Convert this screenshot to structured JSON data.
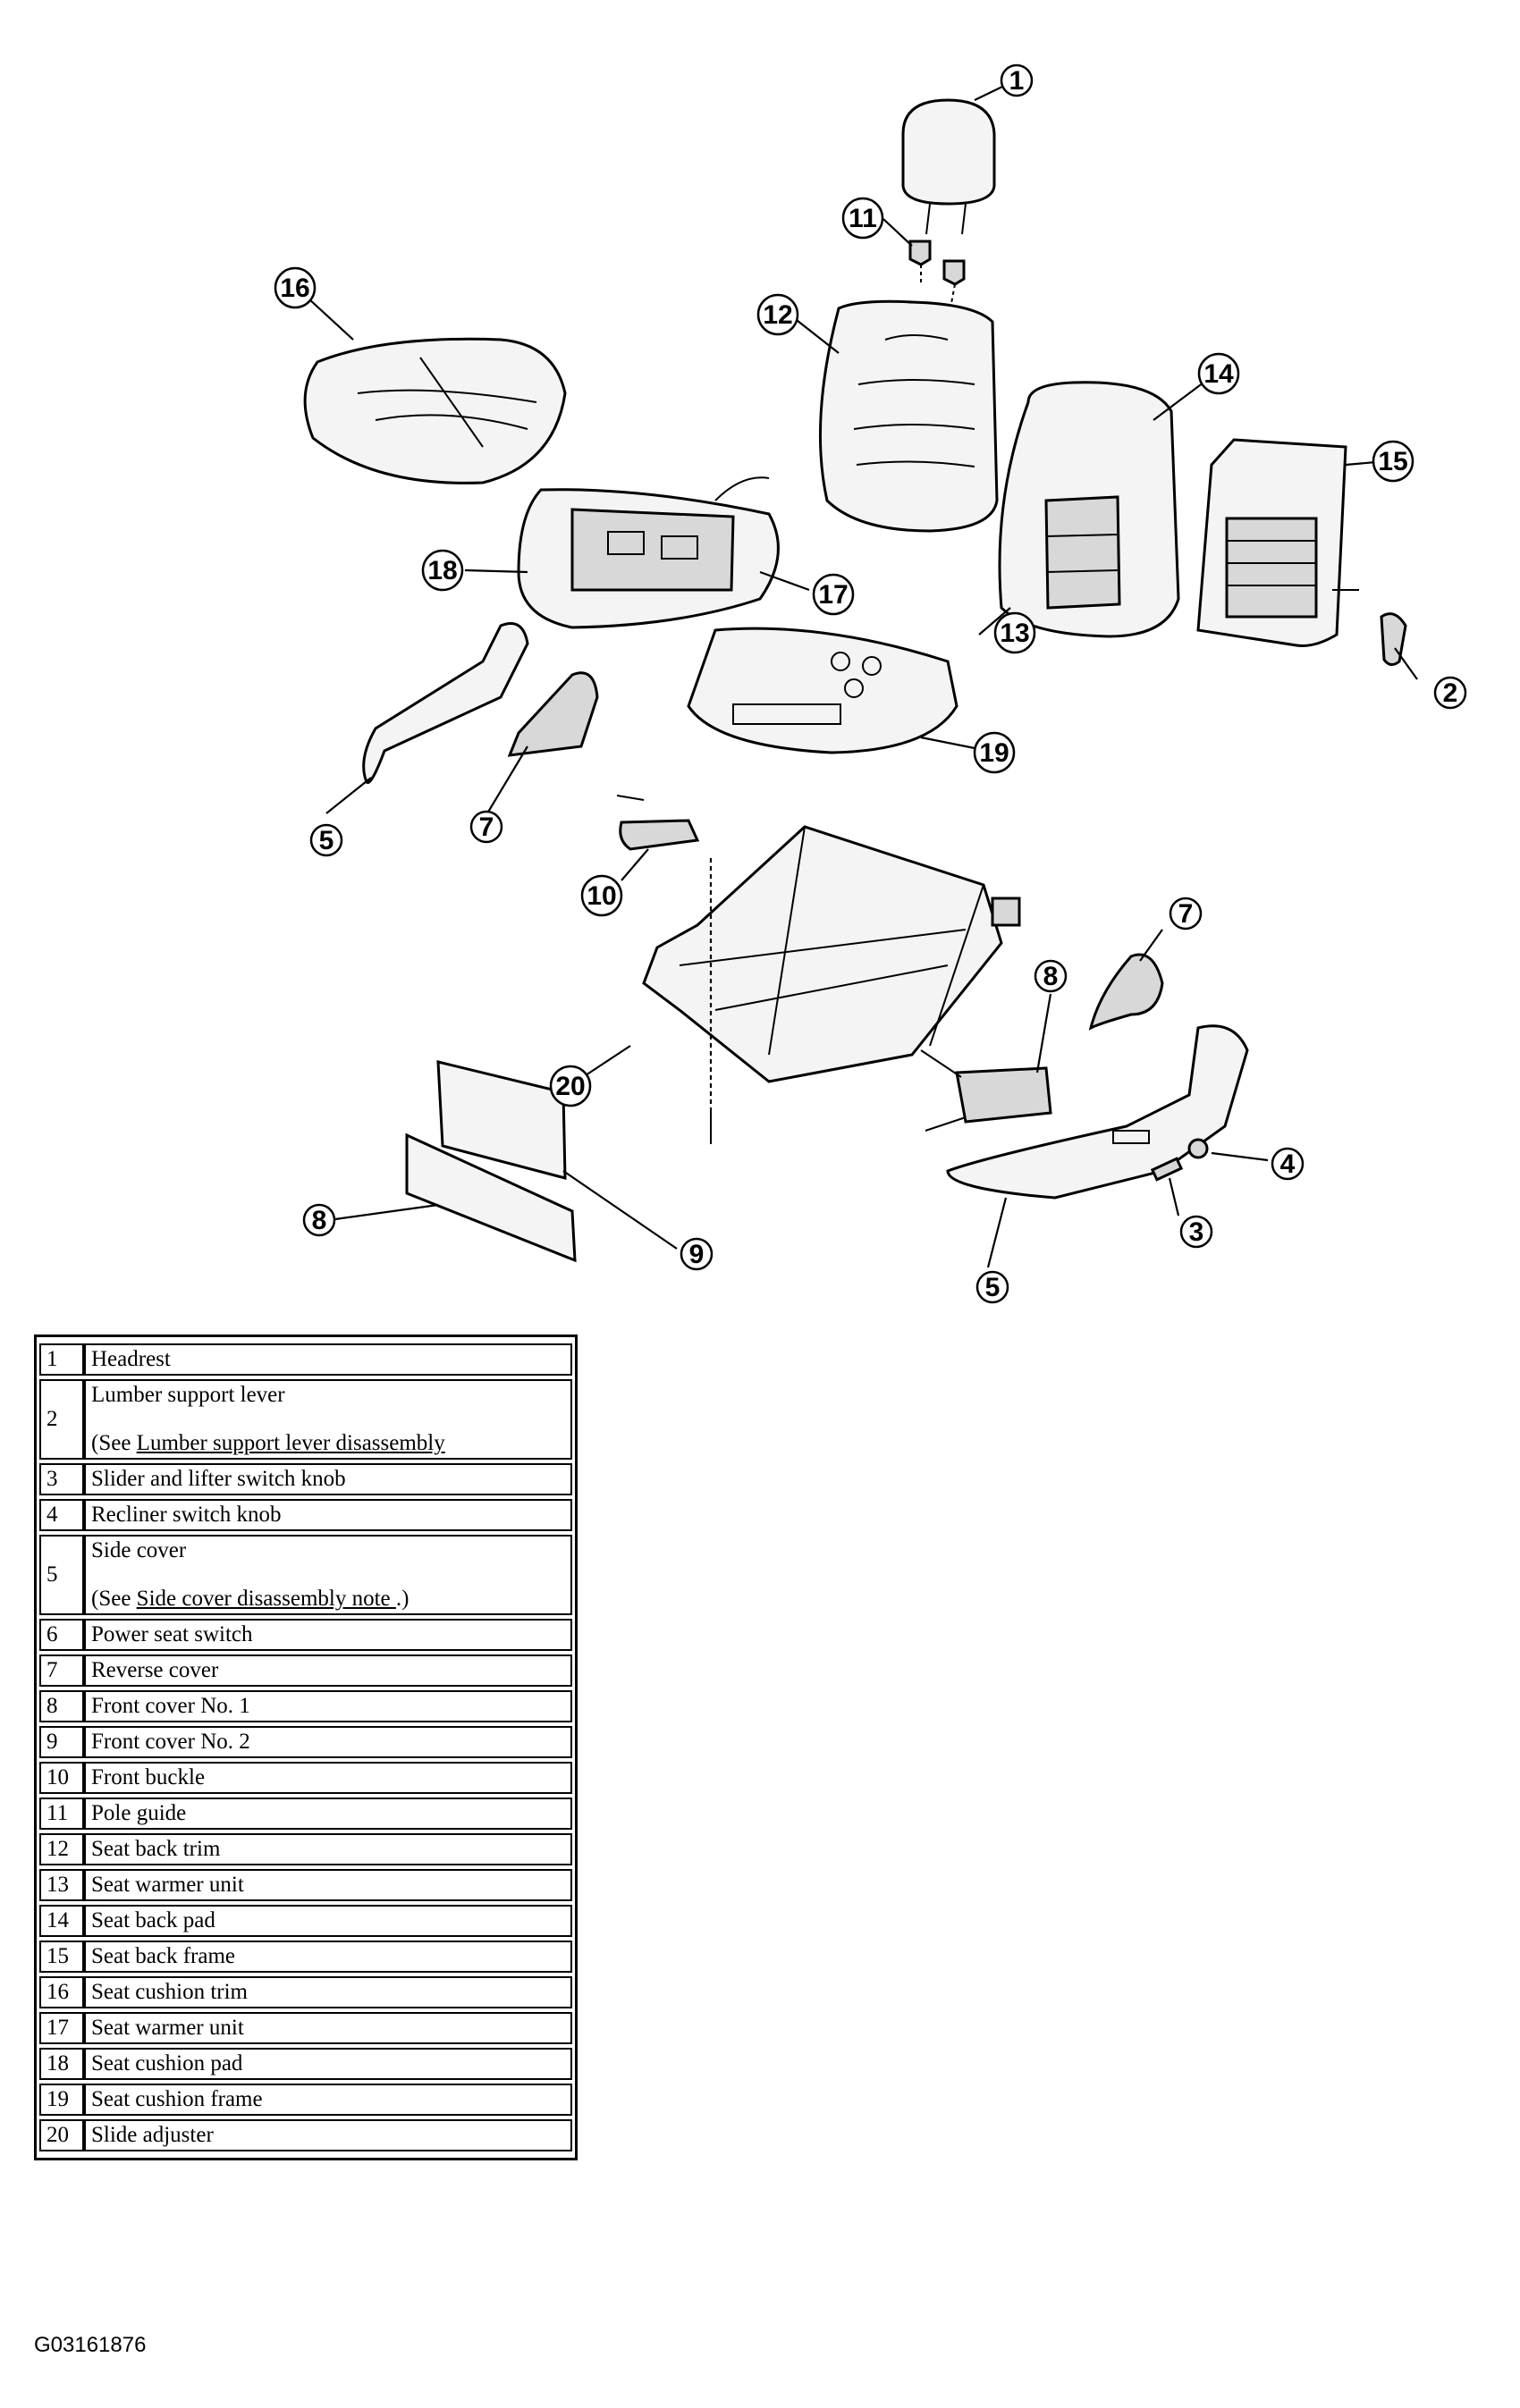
{
  "callouts": [
    {
      "id": "c1",
      "text": "1"
    },
    {
      "id": "c2",
      "text": "2"
    },
    {
      "id": "c3",
      "text": "3"
    },
    {
      "id": "c4",
      "text": "4"
    },
    {
      "id": "c5a",
      "text": "5"
    },
    {
      "id": "c5b",
      "text": "5"
    },
    {
      "id": "c7a",
      "text": "7"
    },
    {
      "id": "c7b",
      "text": "7"
    },
    {
      "id": "c8a",
      "text": "8"
    },
    {
      "id": "c8b",
      "text": "8"
    },
    {
      "id": "c9",
      "text": "9"
    },
    {
      "id": "c10",
      "text": "10"
    },
    {
      "id": "c11",
      "text": "11"
    },
    {
      "id": "c12",
      "text": "12"
    },
    {
      "id": "c13",
      "text": "13"
    },
    {
      "id": "c14",
      "text": "14"
    },
    {
      "id": "c15",
      "text": "15"
    },
    {
      "id": "c16",
      "text": "16"
    },
    {
      "id": "c17",
      "text": "17"
    },
    {
      "id": "c18",
      "text": "18"
    },
    {
      "id": "c19",
      "text": "19"
    },
    {
      "id": "c20",
      "text": "20"
    }
  ],
  "legend": [
    {
      "num": "1",
      "name": "Headrest"
    },
    {
      "num": "2",
      "name": "Lumber support lever",
      "note_prefix": "(See ",
      "note_link": "Lumber support lever disassembly",
      "note_suffix": ""
    },
    {
      "num": "3",
      "name": "Slider and lifter switch knob"
    },
    {
      "num": "4",
      "name": "Recliner switch knob"
    },
    {
      "num": "5",
      "name": "Side cover",
      "note_prefix": "(See ",
      "note_link": "Side cover disassembly note ",
      "note_suffix": ".)"
    },
    {
      "num": "6",
      "name": "Power seat switch"
    },
    {
      "num": "7",
      "name": "Reverse cover"
    },
    {
      "num": "8",
      "name": "Front cover No. 1"
    },
    {
      "num": "9",
      "name": "Front cover No. 2"
    },
    {
      "num": "10",
      "name": "Front buckle"
    },
    {
      "num": "11",
      "name": "Pole guide"
    },
    {
      "num": "12",
      "name": "Seat back trim"
    },
    {
      "num": "13",
      "name": "Seat warmer unit"
    },
    {
      "num": "14",
      "name": "Seat back pad"
    },
    {
      "num": "15",
      "name": "Seat back frame"
    },
    {
      "num": "16",
      "name": "Seat cushion trim"
    },
    {
      "num": "17",
      "name": "Seat warmer unit"
    },
    {
      "num": "18",
      "name": "Seat cushion pad"
    },
    {
      "num": "19",
      "name": "Seat cushion frame"
    },
    {
      "num": "20",
      "name": "Slide adjuster"
    }
  ],
  "figure_id": "G03161876"
}
